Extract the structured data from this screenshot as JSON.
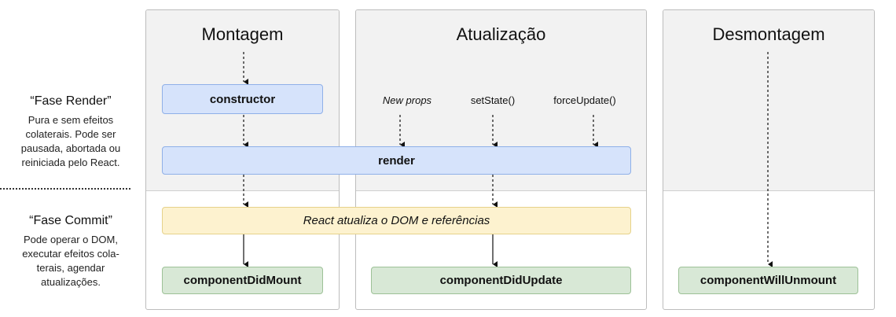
{
  "phases": {
    "render": {
      "title": "“Fase Render”",
      "description": [
        "Pura e sem efeitos",
        "colaterais. Pode ser",
        "pausada, abortada ou",
        "reiniciada pelo React."
      ]
    },
    "commit": {
      "title": "“Fase Commit”",
      "description": [
        "Pode operar o DOM,",
        "executar efeitos cola-",
        "terais, agendar",
        "atualizações."
      ]
    }
  },
  "columns": {
    "mounting": {
      "title": "Montagem"
    },
    "updating": {
      "title": "Atualização"
    },
    "unmounting": {
      "title": "Desmontagem"
    }
  },
  "boxes": {
    "constructor": "constructor",
    "render": "render",
    "react_updates_dom": "React atualiza o DOM e referências",
    "component_did_mount": "componentDidMount",
    "component_did_update": "componentDidUpdate",
    "component_will_unmount": "componentWillUnmount"
  },
  "triggers": {
    "new_props": "New props",
    "set_state": "setState()",
    "force_update": "forceUpdate()"
  },
  "colors": {
    "lifecycle_blue": "#d6e3fb",
    "commit_yellow": "#fdf2cf",
    "did_green": "#d8e8d6",
    "render_phase_bg": "#f2f2f2"
  }
}
